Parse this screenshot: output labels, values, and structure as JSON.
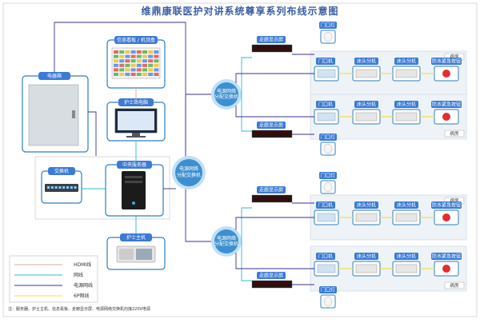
{
  "title": "维鼎康联医护对讲系统尊享系列布线示意图",
  "labels": {
    "cabinet": "电器箱",
    "info_board": "信息看板 / 机顶盒",
    "nurse_pc": "护士站电脑",
    "switch": "交换机",
    "server": "中央服务器",
    "nurse_host": "护士主机",
    "center_hub": "电源网络分配交换机",
    "sub_hub": "电源网络分配交换机",
    "corridor_display": "走廊显示屏",
    "door_light": "门口灯",
    "door_unit": "门口机",
    "bedside": "床头分机",
    "emergency": "防水紧急按钮",
    "ward": "病房"
  },
  "legend": [
    {
      "name": "HDMI线",
      "color": "#e8a0a0"
    },
    {
      "name": "网线",
      "color": "#33b5d6"
    },
    {
      "name": "电源网线",
      "color": "#3b2f8f"
    },
    {
      "name": "6P网线",
      "color": "#f2e24a"
    }
  ],
  "footnote": "注：服务器、护士主机、信息看板、走廊显示屏、电源网络交换机均接220V电源",
  "colors": {
    "header": "#3a7bd5",
    "panel_border": "#2c7fc1",
    "hub_fill": "#3d8fd0",
    "hub_ring": "#bfe0f6",
    "ward_fill": "#eef3f8"
  }
}
